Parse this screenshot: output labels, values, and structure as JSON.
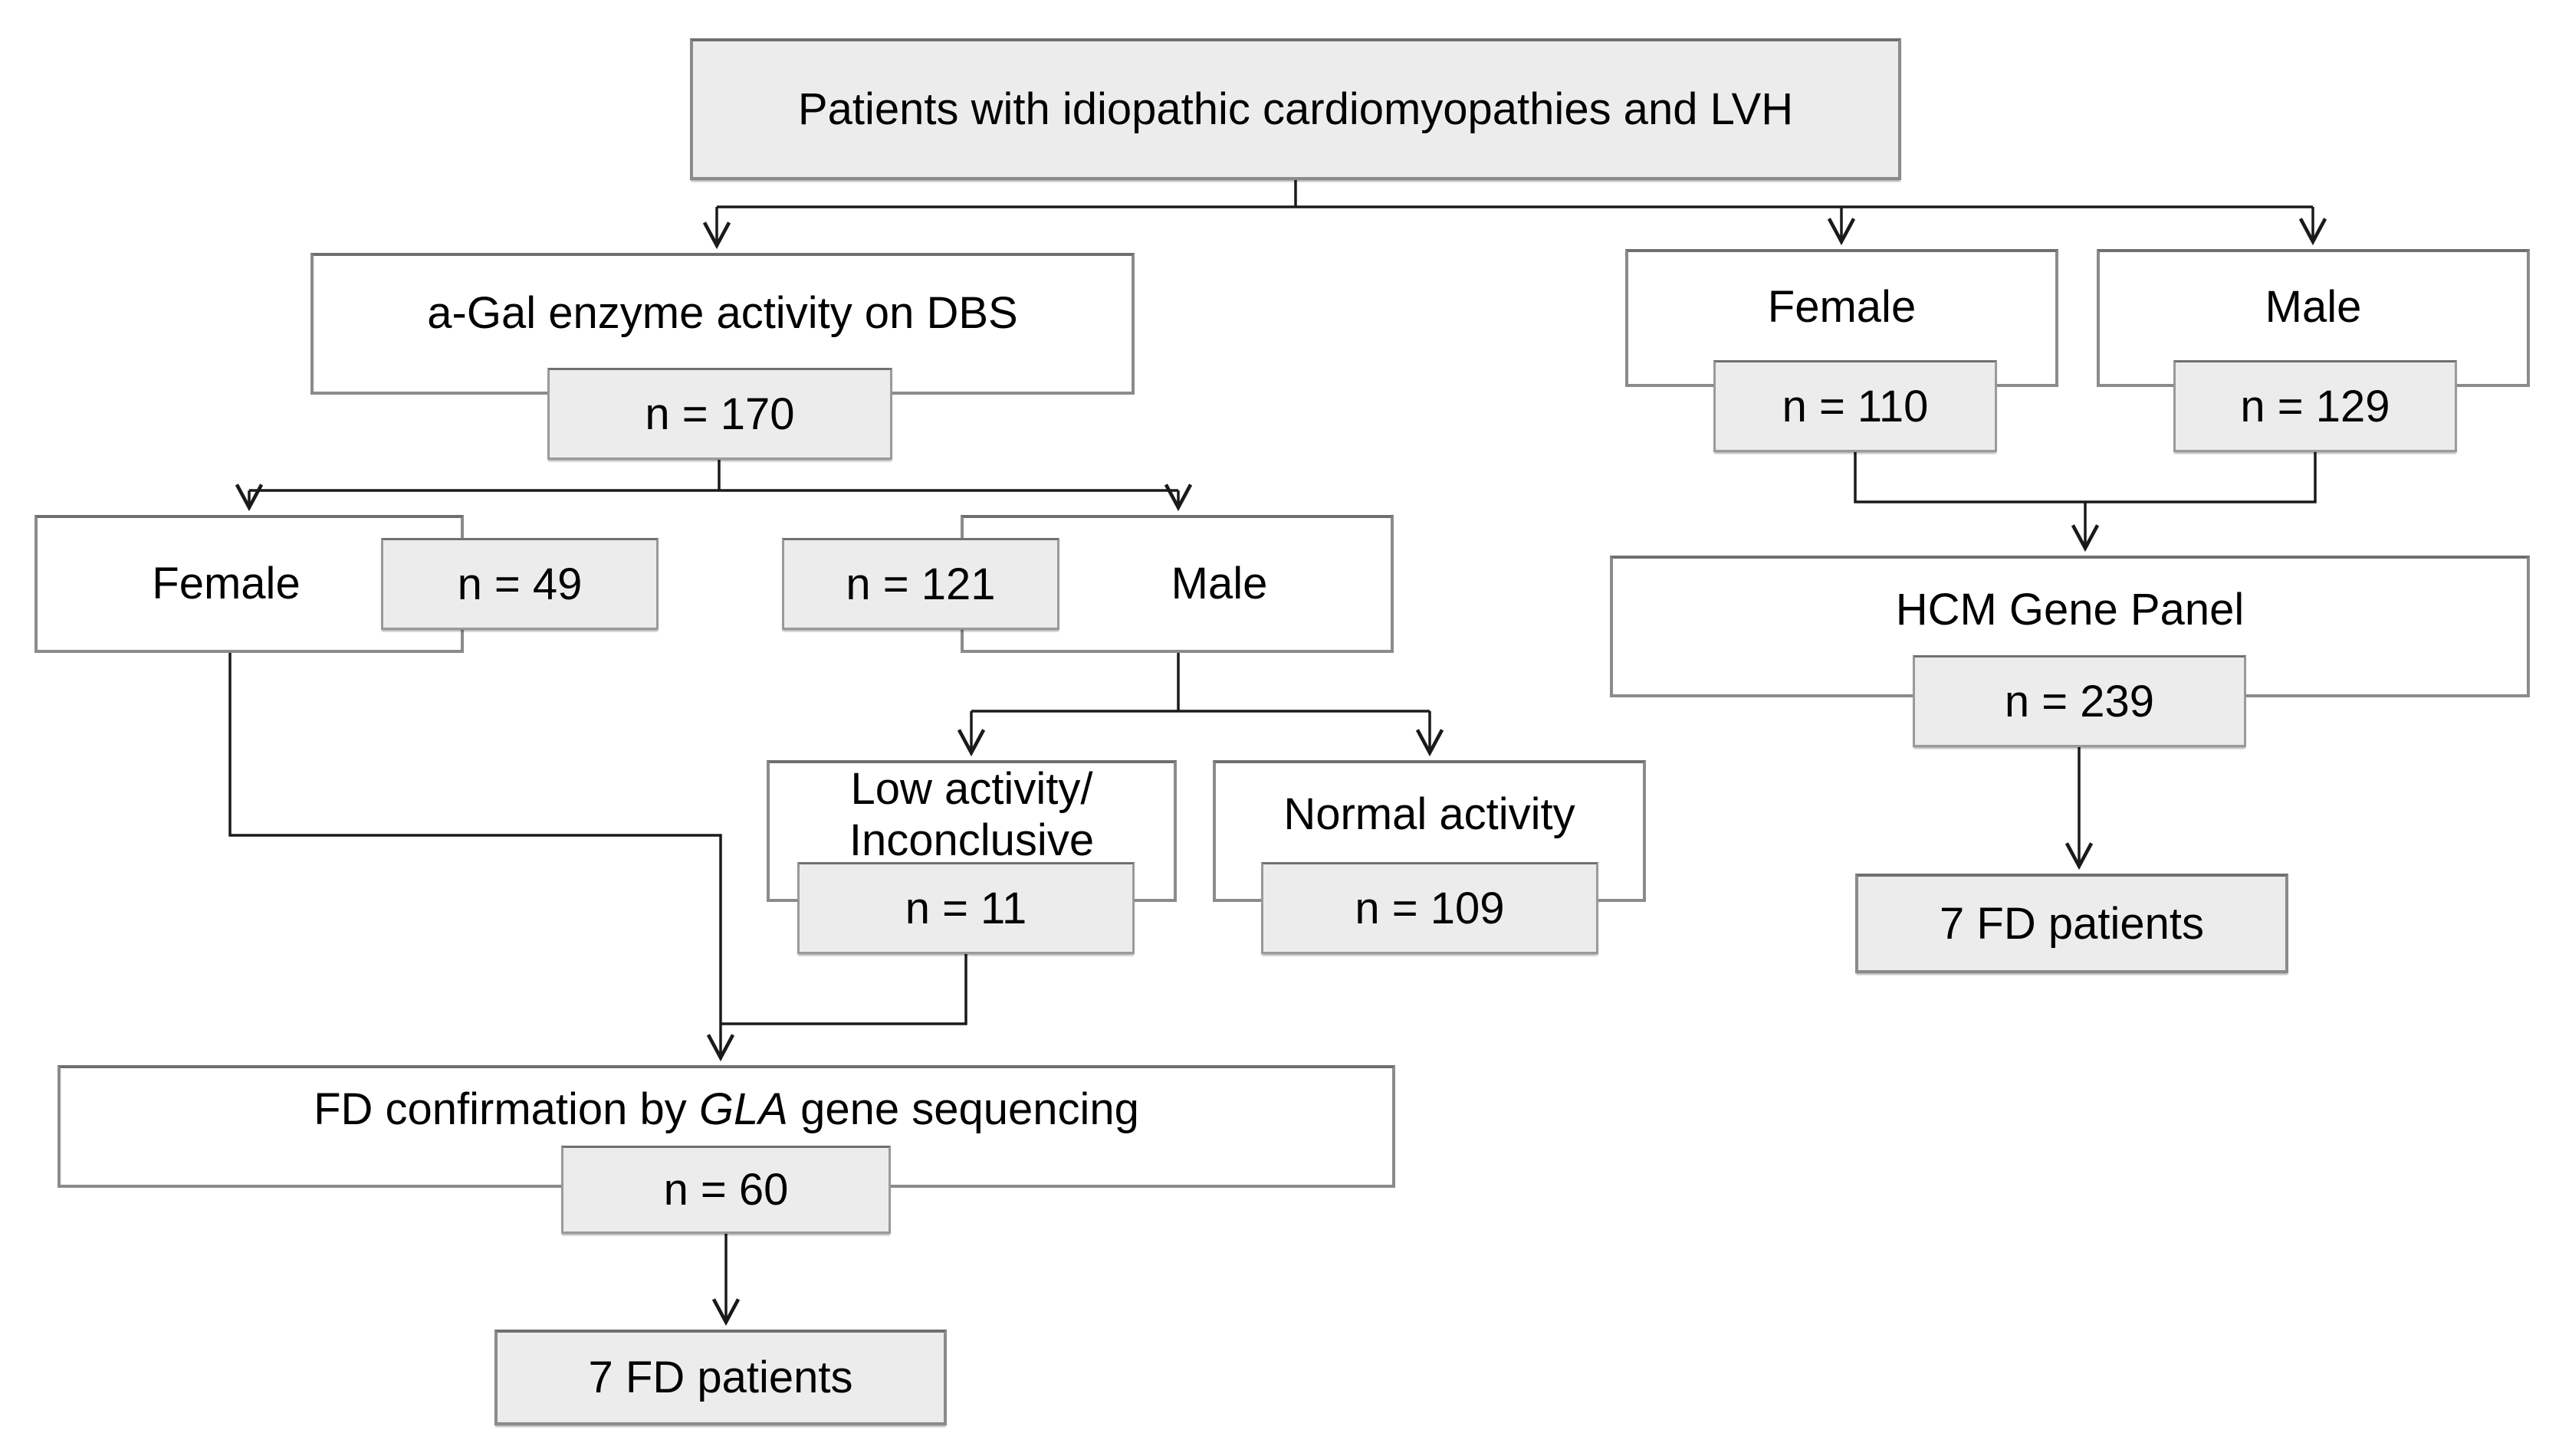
{
  "diagram": {
    "title_node": {
      "label": "Patients with idiopathic cardiomyopathies and LVH"
    },
    "colors": {
      "box_fill_white": "#ffffff",
      "box_fill_gray": "#ececec",
      "border_gray": "#8b8b8b",
      "line_color": "#1a1a1a"
    },
    "nodes": {
      "agal": {
        "label": "a-Gal enzyme activity on DBS",
        "count": "n = 170"
      },
      "female_left": {
        "label": "Female",
        "count": "n = 49"
      },
      "male_left": {
        "label": "Male",
        "count": "n = 121"
      },
      "low_activity": {
        "label_line1": "Low activity/",
        "label_line2": "Inconclusive",
        "count": "n = 11"
      },
      "normal_activity": {
        "label": "Normal activity",
        "count": "n = 109"
      },
      "fd_confirmation": {
        "label_pre": "FD confirmation by ",
        "label_italic": "GLA",
        "label_post": " gene sequencing",
        "count": "n = 60"
      },
      "fd_patients_left": {
        "label": "7 FD patients"
      },
      "female_right": {
        "label": "Female",
        "count": "n = 110"
      },
      "male_right": {
        "label": "Male",
        "count": "n = 129"
      },
      "hcm_panel": {
        "label": "HCM Gene Panel",
        "count": "n = 239"
      },
      "fd_patients_right": {
        "label": "7 FD patients"
      }
    }
  }
}
